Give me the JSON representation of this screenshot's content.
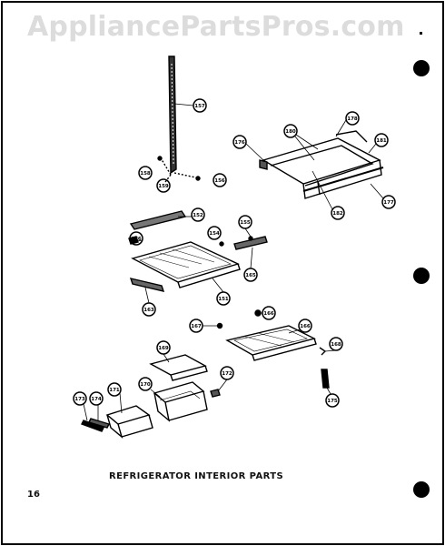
{
  "watermark": "AppliancePartsPros.com",
  "caption": "REFRIGERATOR INTERIOR PARTS",
  "page_number": "16",
  "callouts": [
    "157",
    "158",
    "159",
    "156",
    "176",
    "180",
    "178",
    "181",
    "177",
    "182",
    "152",
    "176",
    "154",
    "155",
    "165",
    "151",
    "163",
    "166",
    "167",
    "166",
    "168",
    "172",
    "171",
    "170",
    "173",
    "174",
    "175",
    "169"
  ]
}
